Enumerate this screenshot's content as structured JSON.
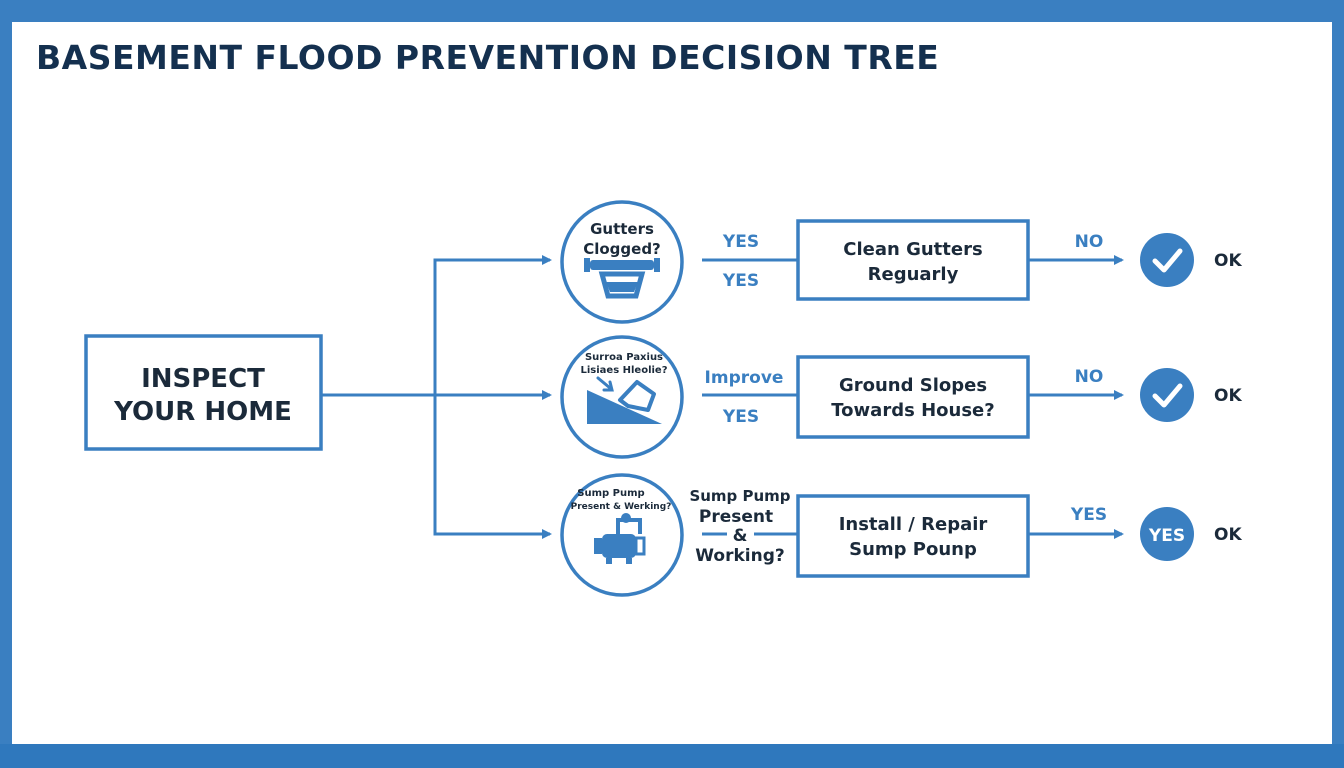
{
  "title": "BASEMENT FLOOD PREVENTION DECISION TREE",
  "colors": {
    "accent": "#3a7fc1",
    "text": "#1b2a3a",
    "title": "#14304f"
  },
  "start": {
    "line1": "INSPECT",
    "line2": "YOUR HOME"
  },
  "branches": [
    {
      "circle_line1": "Gutters",
      "circle_line2": "Clogged?",
      "icon": "gutter-icon",
      "edge_top": "YES",
      "edge_bottom": "YES",
      "action_line1": "Clean Gutters",
      "action_line2": "Reguarly",
      "result_edge": "NO",
      "result_badge": "",
      "result_icon": "check-icon",
      "result_label": "OK"
    },
    {
      "circle_line1": "Surroa Paxius",
      "circle_line2": "Lisiaes Hleolie?",
      "icon": "sloped-ground-house-icon",
      "edge_top": "Improve",
      "edge_bottom": "YES",
      "action_line1": "Ground Slopes",
      "action_line2": "Towards House?",
      "result_edge": "NO",
      "result_badge": "",
      "result_icon": "check-icon",
      "result_label": "OK"
    },
    {
      "circle_line1": "Sump Pump",
      "circle_line2": "Present & Werking?",
      "icon": "sump-pump-icon",
      "edge_line1": "Sump Pump",
      "edge_line2": "Present",
      "edge_line3": "&",
      "edge_line4": "Working?",
      "action_line1": "Install / Repair",
      "action_line2": "Sump Pounp",
      "result_edge": "YES",
      "result_badge": "YES",
      "result_icon": "",
      "result_label": "OK"
    }
  ]
}
